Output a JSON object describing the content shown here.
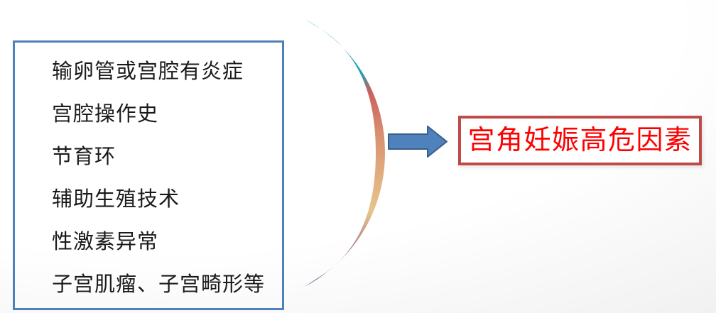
{
  "slide": {
    "background_top_color": "#ffffff",
    "background_bottom_color": "#ebebed"
  },
  "risk_factors_list": {
    "border_color": "#4e81bb",
    "text_color": "#1a1a1a",
    "items": [
      "输卵管或宫腔有炎症",
      "宫腔操作史",
      "节育环",
      "辅助生殖技术",
      "性激素异常",
      "子宫肌瘤、子宫畸形等"
    ]
  },
  "arc_brace": {
    "description": "curved brace grouping the list, gradient colored",
    "gradient_colors": {
      "top": "#16a2af",
      "upper_middle": "#cb5f5d",
      "middle": "#e0a97d",
      "lower_middle": "#e6c58d",
      "bottom": "#5c3170"
    }
  },
  "arrow": {
    "direction": "right",
    "fill_color": "#4f81bd",
    "border_color": "#3a5f8b"
  },
  "title_box": {
    "label": "宫角妊娠高危因素",
    "border_color": "#be4b48",
    "text_color": "#fe0000"
  }
}
